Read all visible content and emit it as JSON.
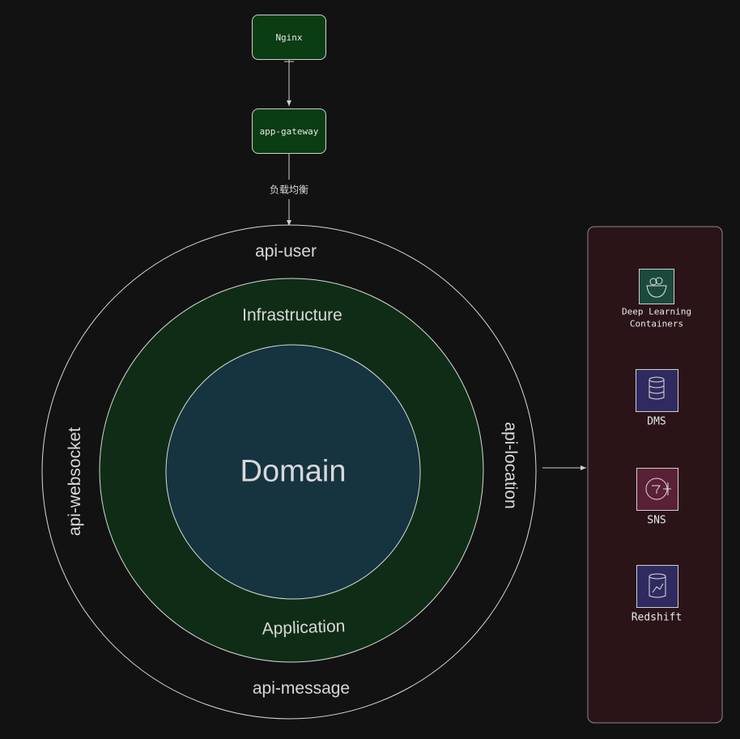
{
  "nodes": {
    "nginx": "Nginx",
    "gateway": "app-gateway",
    "edge_label": "负载均衡"
  },
  "rings": {
    "outer_top": "api-user",
    "outer_bottom": "api-message",
    "outer_left": "api-websocket",
    "outer_right": "api-location",
    "middle_top": "Infrastructure",
    "middle_bottom": "Application",
    "core": "Domain"
  },
  "services": [
    {
      "label_line1": "Deep Learning",
      "label_line2": "Containers",
      "icon": "deep-learning-containers-icon",
      "color": "#1b4a3c"
    },
    {
      "label_line1": "DMS",
      "icon": "database-icon",
      "color": "#2f2b60"
    },
    {
      "label_line1": "SNS",
      "icon": "sns-icon",
      "color": "#5a2036"
    },
    {
      "label_line1": "Redshift",
      "icon": "redshift-icon",
      "color": "#2f2b60"
    }
  ],
  "colors": {
    "node_fill": "#0b3d12",
    "middle_fill": "#0f2d16",
    "core_fill": "#163340",
    "panel_fill": "#2a1418"
  }
}
